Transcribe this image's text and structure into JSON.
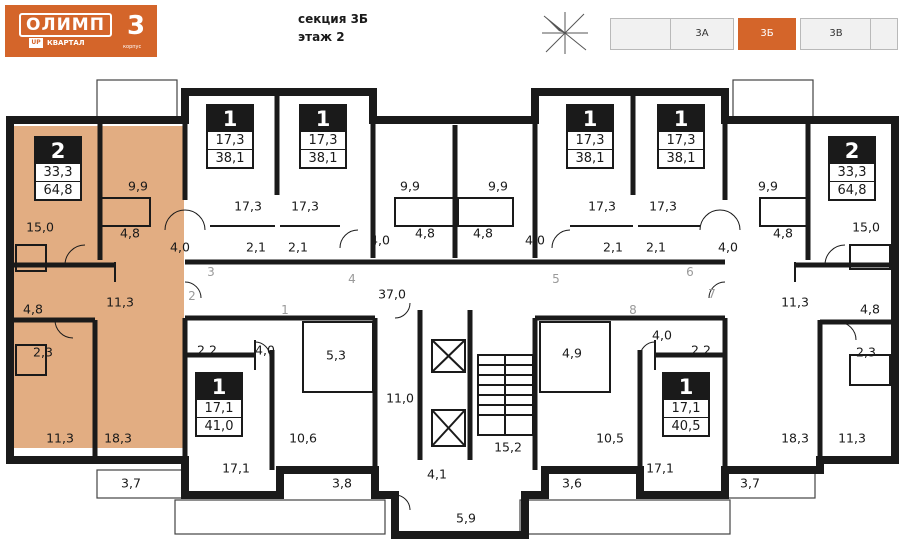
{
  "logo": {
    "brand": "ОЛИМП",
    "up": "UP",
    "subtitle": "КВАРТАЛ",
    "number": "3",
    "number_label": "корпус"
  },
  "header": {
    "section": "секция 3Б",
    "floor": "этаж 2"
  },
  "sections": [
    {
      "label": "3А",
      "active": false
    },
    {
      "label": "3Б",
      "active": true
    },
    {
      "label": "3В",
      "active": false
    }
  ],
  "colors": {
    "accent": "#d4652a",
    "highlight_apartment": "#e2ad82",
    "wall": "#1a1a1a"
  },
  "badges": [
    {
      "rooms": "2",
      "living": "33,3",
      "total": "64,8"
    },
    {
      "rooms": "1",
      "living": "17,3",
      "total": "38,1"
    },
    {
      "rooms": "1",
      "living": "17,3",
      "total": "38,1"
    },
    {
      "rooms": "1",
      "living": "17,3",
      "total": "38,1"
    },
    {
      "rooms": "1",
      "living": "17,3",
      "total": "38,1"
    },
    {
      "rooms": "2",
      "living": "33,3",
      "total": "64,8"
    },
    {
      "rooms": "1",
      "living": "17,1",
      "total": "41,0"
    },
    {
      "rooms": "1",
      "living": "17,1",
      "total": "40,5"
    }
  ],
  "areas": [
    "9,9",
    "17,3",
    "17,3",
    "9,9",
    "9,9",
    "17,3",
    "17,3",
    "9,9",
    "15,0",
    "15,0",
    "4,8",
    "4,0",
    "2,1",
    "2,1",
    "4,0",
    "4,8",
    "4,8",
    "4,0",
    "2,1",
    "2,1",
    "4,0",
    "4,8",
    "4,8",
    "4,8",
    "11,3",
    "11,3",
    "2,3",
    "2,3",
    "2,2",
    "4,0",
    "5,3",
    "37,0",
    "4,9",
    "4,0",
    "2,2",
    "11,3",
    "18,3",
    "11,0",
    "10,6",
    "10,5",
    "18,3",
    "11,3",
    "17,1",
    "15,2",
    "17,1",
    "4,1",
    "3,7",
    "3,8",
    "3,6",
    "3,7",
    "5,9"
  ],
  "corridor_numbers": [
    "1",
    "2",
    "3",
    "4",
    "5",
    "6",
    "7",
    "8"
  ]
}
